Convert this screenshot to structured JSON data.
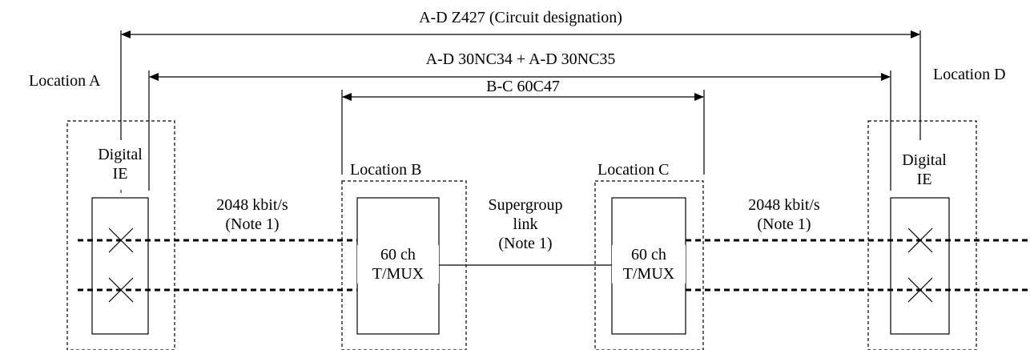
{
  "dimensions": {
    "ad_circuit": "A-D Z427 (Circuit designation)",
    "ad_nc": "A-D 30NC34 + A-D 30NC35",
    "bc": "B-C 60C47"
  },
  "locations": {
    "a": "Location A",
    "b": "Location B",
    "c": "Location C",
    "d": "Location D"
  },
  "equipment": {
    "ie_left": [
      "Digital",
      "IE"
    ],
    "ie_right": [
      "Digital",
      "IE"
    ],
    "mux_b": [
      "60 ch",
      "T/MUX"
    ],
    "mux_c": [
      "60 ch",
      "T/MUX"
    ]
  },
  "links": {
    "left": [
      "2048 kbit/s",
      "(Note 1)"
    ],
    "mid": [
      "Supergroup",
      "link",
      "(Note 1)"
    ],
    "right": [
      "2048 kbit/s",
      "(Note 1)"
    ]
  }
}
